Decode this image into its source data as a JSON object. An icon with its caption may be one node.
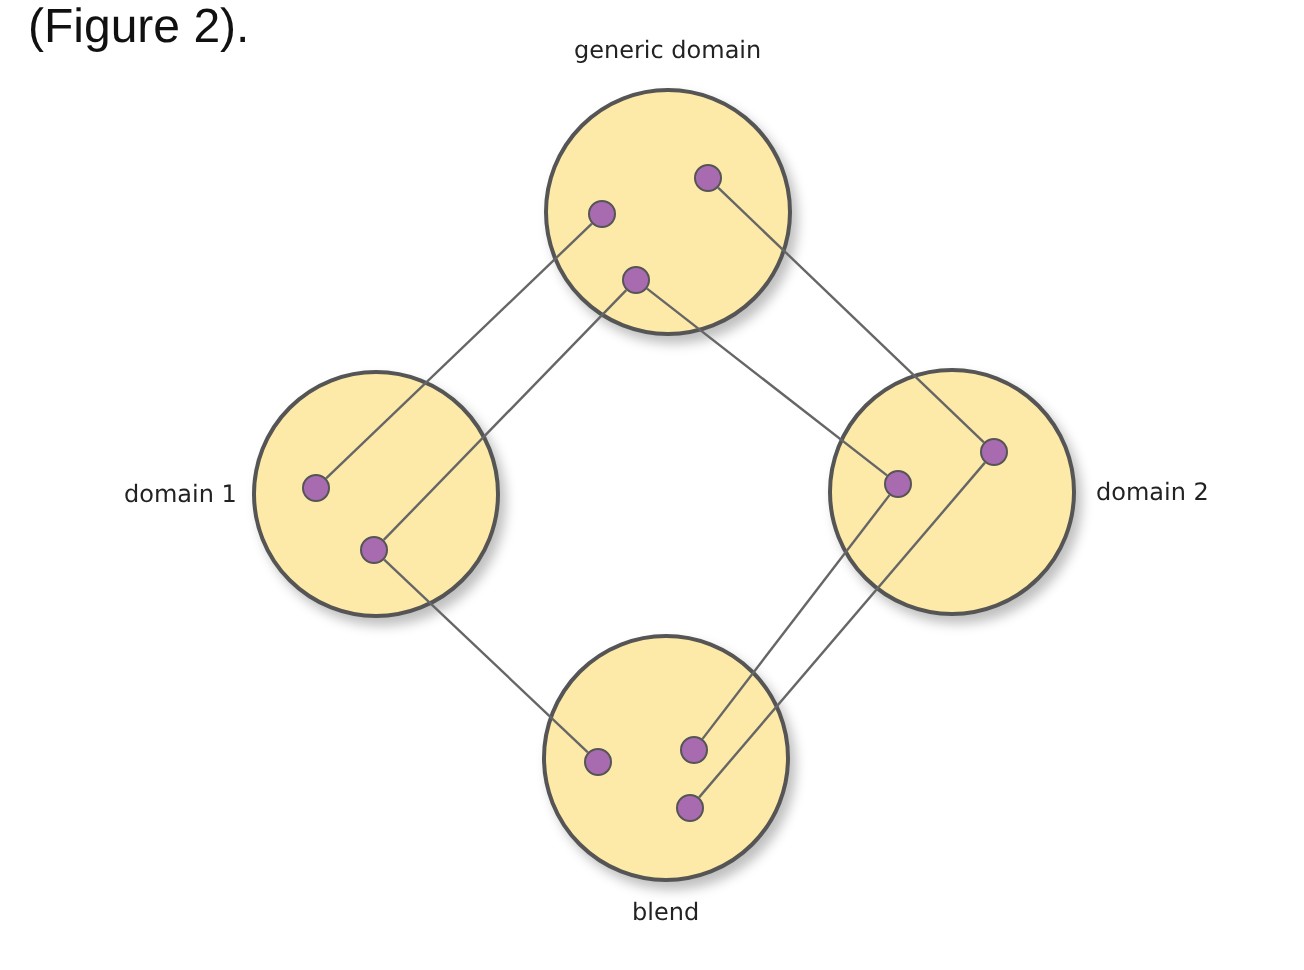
{
  "diagram": {
    "nodes": [
      {
        "text": [
          "generic domain"
        ]
      },
      {
        "text": [],
        "shape": "circle",
        "in": 0
      },
      {
        "text": [],
        "shape": "circle",
        "in": 0
      },
      {
        "text": [],
        "shape": "circle",
        "in": 0
      },
      {
        "text": [
          "domain 1"
        ]
      },
      {
        "text": [],
        "shape": "circle",
        "in": 4
      },
      {
        "text": [],
        "shape": "circle",
        "in": 4
      },
      {
        "text": [
          "domain 2"
        ]
      },
      {
        "text": [],
        "shape": "circle",
        "in": 7
      },
      {
        "text": [],
        "shape": "circle",
        "in": 7
      },
      {
        "text": [
          "blend"
        ]
      },
      {
        "text": [],
        "shape": "circle",
        "in": 10
      },
      {
        "text": [],
        "shape": "circle",
        "in": 10
      },
      {
        "text": [],
        "shape": "circle",
        "in": 10
      }
    ],
    "edges": [
      {
        "from": 2,
        "to": 5,
        "arrow": "none"
      },
      {
        "from": 3,
        "to": 6,
        "arrow": "none"
      },
      {
        "from": 3,
        "to": 9,
        "arrow": "none"
      },
      {
        "from": 1,
        "to": 8,
        "arrow": "none"
      },
      {
        "from": 6,
        "to": 12,
        "arrow": "none"
      },
      {
        "from": 9,
        "to": 11,
        "arrow": "none"
      },
      {
        "from": 8,
        "to": 13,
        "arrow": "none"
      }
    ],
    "labels": [
      "(Figure 2)."
    ]
  }
}
